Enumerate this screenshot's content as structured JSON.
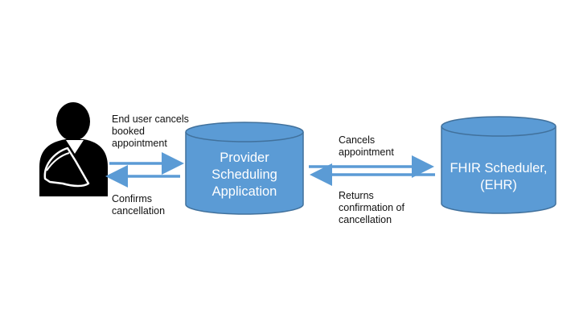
{
  "colors": {
    "cylinder_fill": "#5b9bd5",
    "cylinder_stroke": "#41719c",
    "arrow": "#5b9bd5",
    "figure": "#000000"
  },
  "actor": {
    "icon": "person-with-arm-sling-icon"
  },
  "nodes": {
    "provider_app": {
      "label": "Provider\nScheduling\nApplication"
    },
    "fhir_scheduler": {
      "label": "FHIR Scheduler,\n(EHR)"
    }
  },
  "edges": {
    "user_to_app": "End user cancels\nbooked\nappointment",
    "app_to_user": "Confirms\ncancellation",
    "app_to_fhir": "Cancels\nappointment",
    "fhir_to_app": "Returns\nconfirmation of\ncancellation"
  }
}
